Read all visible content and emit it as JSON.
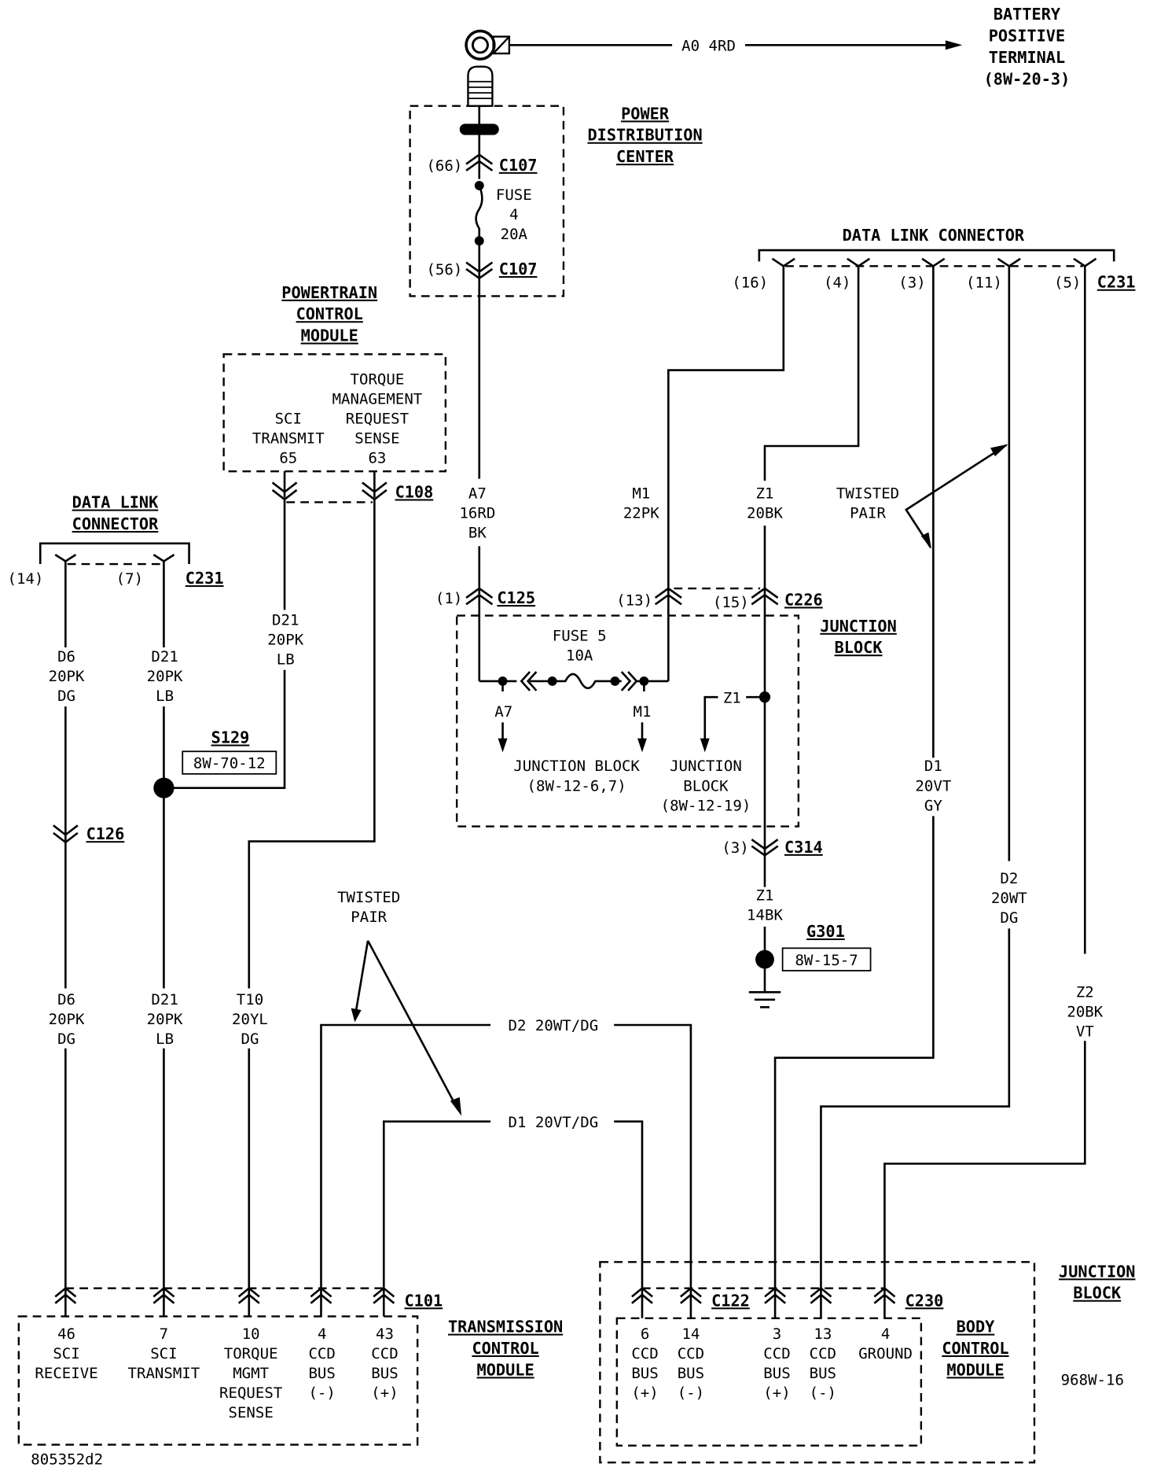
{
  "diagram_id": "805352d2",
  "page_ref": "968W-16",
  "battery": {
    "title_lines": [
      "BATTERY",
      "POSITIVE",
      "TERMINAL",
      "(8W-20-3)"
    ],
    "wire": "A0 4RD"
  },
  "pdc": {
    "title_lines": [
      "POWER",
      "DISTRIBUTION",
      "CENTER"
    ],
    "connector_top": {
      "pin": "(66)",
      "name": "C107"
    },
    "fuse_lines": [
      "FUSE",
      "4",
      "20A"
    ],
    "connector_bottom": {
      "pin": "(56)",
      "name": "C107"
    }
  },
  "pcm": {
    "title_lines": [
      "POWERTRAIN",
      "CONTROL",
      "MODULE"
    ],
    "pin_a": {
      "lines": [
        "SCI",
        "TRANSMIT",
        "65"
      ]
    },
    "pin_b": {
      "lines": [
        "TORQUE",
        "MANAGEMENT",
        "REQUEST",
        "SENSE",
        "63"
      ]
    },
    "connector": "C108"
  },
  "dlc_left": {
    "title_lines": [
      "DATA LINK",
      "CONNECTOR"
    ],
    "pins": [
      "(14)",
      "(7)"
    ],
    "connector": "C231"
  },
  "dlc_right": {
    "title": "DATA LINK CONNECTOR",
    "pins": [
      "(16)",
      "(4)",
      "(3)",
      "(11)",
      "(5)"
    ],
    "connector": "C231"
  },
  "wires": {
    "d6_top": [
      "D6",
      "20PK",
      "DG"
    ],
    "d21_top": [
      "D21",
      "20PK",
      "LB"
    ],
    "d21_pcm": [
      "D21",
      "20PK",
      "LB"
    ],
    "a7": [
      "A7",
      "16RD",
      "BK"
    ],
    "m1": [
      "M1",
      "22PK"
    ],
    "z1": [
      "Z1",
      "20BK"
    ],
    "d1_right": [
      "D1",
      "20VT",
      "GY"
    ],
    "d2_right": [
      "D2",
      "20WT",
      "DG"
    ],
    "z2": [
      "Z2",
      "20BK",
      "VT"
    ],
    "z1_ground": [
      "Z1",
      "14BK"
    ],
    "d6_bottom": [
      "D6",
      "20PK",
      "DG"
    ],
    "d21_bottom": [
      "D21",
      "20PK",
      "LB"
    ],
    "t10": [
      "T10",
      "20YL",
      "DG"
    ],
    "d2_horizontal": "D2 20WT/DG",
    "d1_horizontal": "D1 20VT/DG"
  },
  "splice": {
    "name": "S129",
    "ref": "8W-70-12"
  },
  "connectors": {
    "c126": "C126",
    "c125": {
      "pin": "(1)",
      "name": "C125"
    },
    "c226": {
      "pin_a": "(13)",
      "pin_b": "(15)",
      "name": "C226"
    },
    "c314": {
      "pin": "(3)",
      "name": "C314"
    },
    "c101": "C101",
    "c122": "C122",
    "c230": "C230"
  },
  "junction_block_mid": {
    "title_lines": [
      "JUNCTION",
      "BLOCK"
    ],
    "fuse_lines": [
      "FUSE 5",
      "10A"
    ],
    "labels": {
      "a7": "A7",
      "m1": "M1",
      "z1": "Z1"
    },
    "dest_left": [
      "JUNCTION BLOCK",
      "(8W-12-6,7)"
    ],
    "dest_right": [
      "JUNCTION",
      "BLOCK",
      "(8W-12-19)"
    ]
  },
  "ground": {
    "name": "G301",
    "ref": "8W-15-7"
  },
  "twisted_pair_left": [
    "TWISTED",
    "PAIR"
  ],
  "twisted_pair_right": [
    "TWISTED",
    "PAIR"
  ],
  "tcm": {
    "title_lines": [
      "TRANSMISSION",
      "CONTROL",
      "MODULE"
    ],
    "pins": [
      {
        "lines": [
          "46",
          "SCI",
          "RECEIVE"
        ]
      },
      {
        "lines": [
          "7",
          "SCI",
          "TRANSMIT"
        ]
      },
      {
        "lines": [
          "10",
          "TORQUE",
          "MGMT",
          "REQUEST",
          "SENSE"
        ]
      },
      {
        "lines": [
          "4",
          "CCD",
          "BUS",
          "(-)"
        ]
      },
      {
        "lines": [
          "43",
          "CCD",
          "BUS",
          "(+)"
        ]
      }
    ]
  },
  "bcm": {
    "title_lines": [
      "BODY",
      "CONTROL",
      "MODULE"
    ],
    "pins": [
      {
        "lines": [
          "6",
          "CCD",
          "BUS",
          "(+)"
        ]
      },
      {
        "lines": [
          "14",
          "CCD",
          "BUS",
          "(-)"
        ]
      },
      {
        "lines": [
          "3",
          "CCD",
          "BUS",
          "(+)"
        ]
      },
      {
        "lines": [
          "13",
          "CCD",
          "BUS",
          "(-)"
        ]
      },
      {
        "lines": [
          "4",
          "GROUND"
        ]
      }
    ]
  },
  "junction_block_bottom": {
    "title_lines": [
      "JUNCTION",
      "BLOCK"
    ]
  }
}
